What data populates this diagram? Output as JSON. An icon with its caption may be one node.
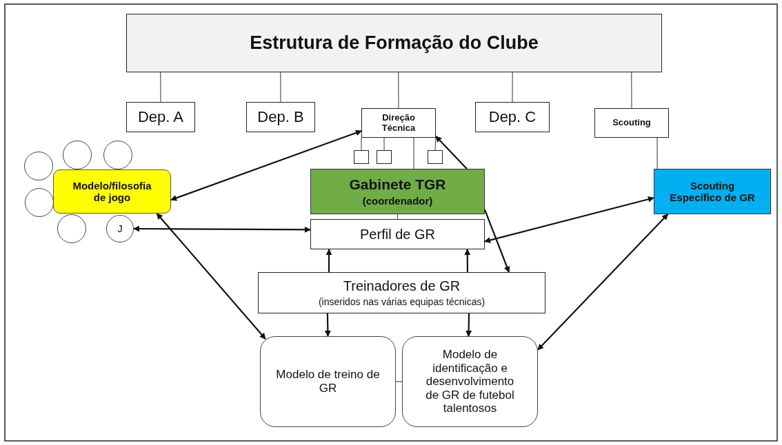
{
  "diagram": {
    "nodes": [
      {
        "text": [
          "Estrutura de Formação do Clube"
        ]
      },
      {
        "text": [
          "Dep. A"
        ]
      },
      {
        "text": [
          "Dep. B"
        ]
      },
      {
        "text": [
          "Direção Técnica"
        ]
      },
      {
        "text": [
          "Dep. C"
        ]
      },
      {
        "text": [
          "Scouting"
        ]
      },
      {
        "text": [],
        "shape": "box"
      },
      {
        "text": [],
        "shape": "box"
      },
      {
        "text": [],
        "shape": "box"
      },
      {
        "text": [],
        "shape": "circle"
      },
      {
        "text": [],
        "shape": "circle"
      },
      {
        "text": [],
        "shape": "circle"
      },
      {
        "text": [
          "Modelo/filosofia de jogo"
        ]
      },
      {
        "text": [
          "Gabinete TGR",
          "(coordenador)"
        ]
      },
      {
        "text": [
          "Scouting Específico de GR"
        ]
      },
      {
        "text": [],
        "shape": "circle"
      },
      {
        "text": [
          "Perfil de GR"
        ]
      },
      {
        "text": [],
        "shape": "circle"
      },
      {
        "text": [
          "J"
        ]
      },
      {
        "text": [
          "Treinadores de GR",
          "(inseridos nas várias equipas técnicas)"
        ]
      },
      {
        "text": [
          "Modelo de treino de GR"
        ]
      },
      {
        "text": [
          "Modelo de identificação e desenvolvimento de GR de futebol talentosos"
        ]
      }
    ],
    "edges": [
      {
        "from": 0,
        "to": 1,
        "arrow": "none"
      },
      {
        "from": 0,
        "to": 2,
        "arrow": "none"
      },
      {
        "from": 0,
        "to": 3,
        "arrow": "none"
      },
      {
        "from": 0,
        "to": 4,
        "arrow": "none"
      },
      {
        "from": 0,
        "to": 5,
        "arrow": "none"
      },
      {
        "from": 3,
        "to": 6,
        "arrow": "none"
      },
      {
        "from": 3,
        "to": 7,
        "arrow": "none"
      },
      {
        "from": 3,
        "to": 8,
        "arrow": "none"
      },
      {
        "from": 3,
        "to": 13,
        "arrow": "none"
      },
      {
        "from": 5,
        "to": 14,
        "arrow": "none"
      },
      {
        "from": 13,
        "to": 16,
        "arrow": "none"
      },
      {
        "from": 3,
        "to": 12,
        "arrow": "both"
      },
      {
        "from": 13,
        "to": 3,
        "arrow": "to"
      },
      {
        "from": 13,
        "to": 19,
        "arrow": "to"
      },
      {
        "from": 18,
        "to": 16,
        "arrow": "both"
      },
      {
        "from": 14,
        "to": 16,
        "arrow": "both"
      },
      {
        "from": 12,
        "to": 20,
        "arrow": "both"
      },
      {
        "from": 21,
        "to": 14,
        "arrow": "both"
      },
      {
        "from": 19,
        "to": 16,
        "arrow": "to"
      },
      {
        "from": 19,
        "to": 16,
        "arrow": "to"
      },
      {
        "from": 19,
        "to": 20,
        "arrow": "to"
      },
      {
        "from": 19,
        "to": 21,
        "arrow": "to"
      },
      {
        "from": 20,
        "to": 21,
        "arrow": "none"
      }
    ]
  }
}
